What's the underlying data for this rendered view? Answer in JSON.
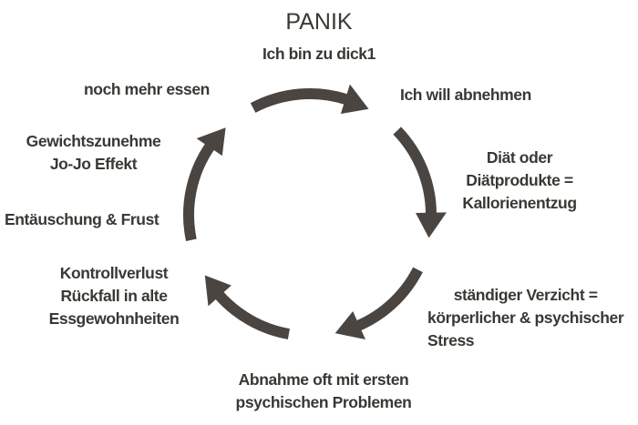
{
  "diagram": {
    "title": "PANIK",
    "labels": {
      "top": [
        "Ich bin zu dick1"
      ],
      "abnehmen": [
        "Ich will abnehmen"
      ],
      "diaet": [
        "Diät oder",
        "Diätprodukte =",
        "Kallorienentzug"
      ],
      "verzicht": [
        "ständiger Verzicht =",
        "körperlicher & psychischer",
        "Stress"
      ],
      "probleme": [
        "Abnahme oft mit ersten",
        "psychischen Problemen"
      ],
      "kontroll": [
        "Kontrollverlust",
        "Rückfall in alte",
        "Essgewohnheiten"
      ],
      "frust": [
        "Entäuschung & Frust"
      ],
      "gewicht": [
        "Gewichtszunehme",
        "Jo-Jo Effekt"
      ],
      "essen": [
        "noch mehr essen"
      ]
    },
    "colors": {
      "arrow": "#4a4541",
      "text": "#3b3834",
      "background": "#ffffff"
    },
    "arrow_direction": "clockwise",
    "arrow_count": 5
  }
}
